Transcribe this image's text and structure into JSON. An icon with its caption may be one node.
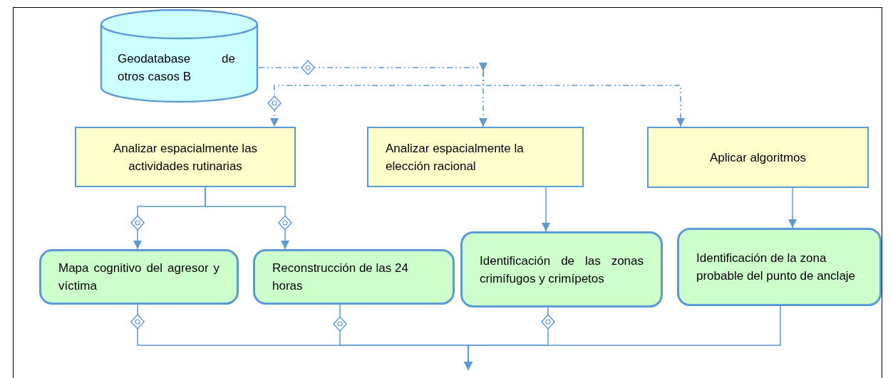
{
  "diagram": {
    "nodes": [
      {
        "text": [
          "Geodatabase de otros casos B"
        ]
      },
      {
        "text": [
          "Analizar espacialmente las actividades rutinarias"
        ]
      },
      {
        "text": [
          "Analizar espacialmente la elección racional"
        ]
      },
      {
        "text": [
          "Aplicar algoritmos"
        ]
      },
      {
        "text": [
          "Mapa cognitivo del agresor y víctima"
        ]
      },
      {
        "text": [
          "Reconstrucción de las 24 horas"
        ]
      },
      {
        "text": [
          "Identificación de las zonas crimífugos y crimípetos"
        ]
      },
      {
        "text": [
          "Identificación de la zona probable del punto de anclaje"
        ]
      }
    ],
    "edges": [
      {
        "from": 0,
        "to": 1,
        "arrow": "to",
        "style": "dashed"
      },
      {
        "from": 0,
        "to": 2,
        "arrow": "to",
        "style": "dashed"
      },
      {
        "from": 0,
        "to": 3,
        "arrow": "to",
        "style": "dashed"
      },
      {
        "from": 1,
        "to": 4,
        "arrow": "to"
      },
      {
        "from": 1,
        "to": 5,
        "arrow": "to"
      },
      {
        "from": 2,
        "to": 6,
        "arrow": "to"
      },
      {
        "from": 3,
        "to": 7,
        "arrow": "to"
      },
      {
        "from": 4,
        "to": null,
        "arrow": "to"
      },
      {
        "from": 5,
        "to": null,
        "arrow": "to"
      },
      {
        "from": 6,
        "to": null,
        "arrow": "to"
      },
      {
        "from": 7,
        "to": null,
        "arrow": "to"
      }
    ]
  }
}
